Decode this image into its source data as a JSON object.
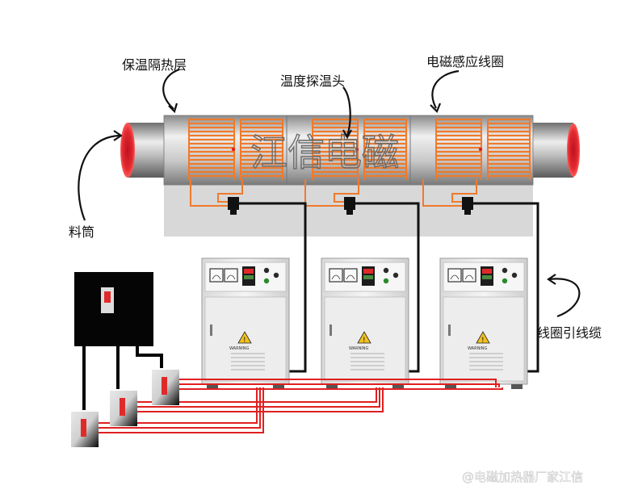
{
  "labels": {
    "insulation": "保温隔热层",
    "temperature_probe": "温度探温头",
    "induction_coil": "电磁感应线圈",
    "barrel": "料筒",
    "coil_cable": "线圈引线缆"
  },
  "watermark": "江信电磁",
  "footer_watermark": "@电磁加热器厂家江信",
  "cabinet_warning_title": "WARNING",
  "colors": {
    "coil": "#ef7a2c",
    "barrel_tip": "#e0202a",
    "cable": "#111111",
    "power_wire": "#e02020",
    "cabinet": "#e8e8e8",
    "switch_box": "#050505"
  },
  "icons": [
    "warning-triangle-icon",
    "meter-gauge-icon",
    "power-switch-icon"
  ]
}
